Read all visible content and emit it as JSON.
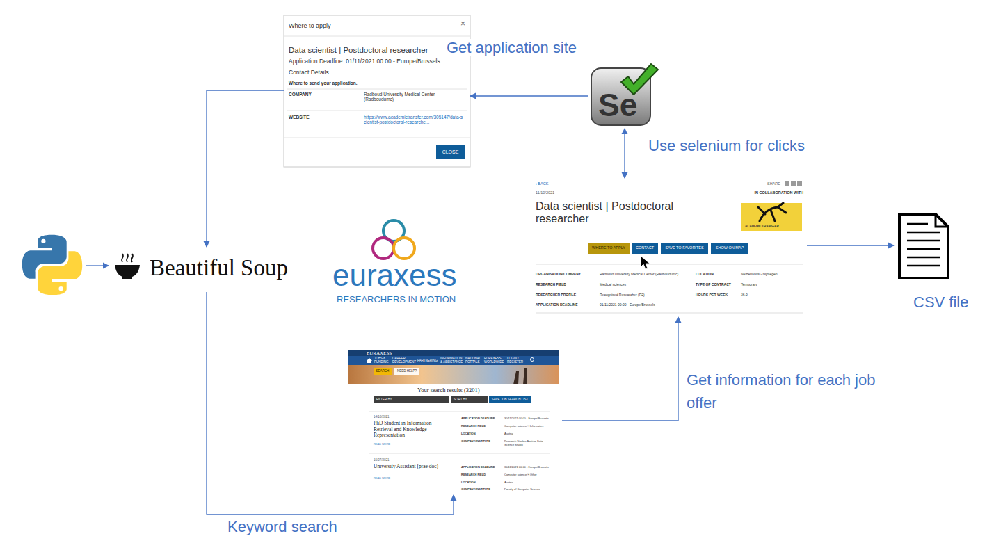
{
  "diagram": {
    "nodes": [
      {
        "text": [
          "Where to apply",
          "×",
          "Data scientist | Postdoctoral researcher",
          "Application Deadline: 01/11/2021 00:00 - Europe/Brussels",
          "Contact Details",
          "Where to send your application.",
          "COMPANY",
          "Radboud University Medical Center (Radboudumc)",
          "WEBSITE",
          "https://www.academictransfer.com/305147/data-scientist-postdoctoral-researche..."
        ]
      },
      {
        "text": [
          "CLOSE"
        ],
        "in": 0
      },
      {
        "text": [
          "Se"
        ]
      },
      {
        "text": [
          "Beautiful Soup"
        ]
      },
      {
        "text": [
          "‹ BACK",
          "SHARE",
          "11/10/2021",
          "IN COLLABORATION WITH",
          "Data scientist | Postdoctoral researcher",
          "ACADEMICTRANSFER",
          "ORGANISATION/COMPANY",
          "Radboud University Medical Center (Radboudumc)",
          "LOCATION",
          "Netherlands › Nijmegen",
          "RESEARCH FIELD",
          "Medical sciences",
          "TYPE OF CONTRACT",
          "Temporary",
          "RESEARCHER PROFILE",
          "Recognised Researcher (R2)",
          "HOURS PER WEEK",
          "36.0",
          "APPLICATION DEADLINE",
          "01/11/2021 00:00 - Europe/Brussels"
        ]
      },
      {
        "text": [
          "WHERE TO APPLY"
        ],
        "in": 4
      },
      {
        "text": [
          "CONTACT"
        ],
        "in": 4
      },
      {
        "text": [
          "SAVE TO FAVORITES"
        ],
        "in": 4
      },
      {
        "text": [
          "SHOW ON MAP"
        ],
        "in": 4
      },
      {
        "text": [
          "CSV file"
        ]
      },
      {
        "text": [
          "EURAXESS",
          "JOBS & FUNDING",
          "CAREER DEVELOPMENT",
          "PARTNERING",
          "INFORMATION & ASSISTANCE",
          "NATIONAL PORTALS",
          "EURAXESS WORLDWIDE",
          "LOGIN / REGISTER",
          "Your search results (3201)",
          "14/10/2021",
          "PhD Student in Information Retrieval and Knowledge Representation",
          "READ MORE",
          "APPLICATION DEADLINE",
          "30/11/2021 00:00 - Europe/Brussels",
          "RESEARCH FIELD",
          "Computer science » Informatics",
          "LOCATION",
          "Austria",
          "COMPANY/INSTITUTE",
          "Research Studios Austria, Data Science Studio",
          "15/07/2021",
          "University Assistant (prae doc)",
          "READ MORE",
          "APPLICATION DEADLINE",
          "30/11/2021 00:00 - Europe/Brussels",
          "RESEARCH FIELD",
          "Computer science » Other",
          "LOCATION",
          "Austria",
          "COMPANY/INSTITUTE",
          "Faculty of Computer Science"
        ]
      },
      {
        "text": [
          "SEARCH"
        ],
        "in": 10
      },
      {
        "text": [
          "NEED HELP?"
        ],
        "in": 10
      },
      {
        "text": [
          "FILTER BY"
        ],
        "in": 10
      },
      {
        "text": [
          "SORT BY"
        ],
        "in": 10
      },
      {
        "text": [
          "SAVE JOB SEARCH LIST"
        ],
        "in": 10
      }
    ],
    "edges": [
      {
        "from": 2,
        "to": 0,
        "arrow": "to",
        "label": "Get application site"
      },
      {
        "from": 0,
        "to": 3,
        "arrow": "to"
      },
      {
        "from": 3,
        "to": 10,
        "arrow": "to",
        "label": "Keyword search"
      },
      {
        "from": 10,
        "to": 4,
        "arrow": "to",
        "label": "Get information for each job offer"
      },
      {
        "from": 2,
        "to": 4,
        "arrow": "both",
        "label": "Use selenium for clicks"
      },
      {
        "from": 4,
        "to": 9,
        "arrow": "to"
      }
    ],
    "labels": [
      "euraxess",
      "RESEARCHERS IN MOTION"
    ]
  }
}
